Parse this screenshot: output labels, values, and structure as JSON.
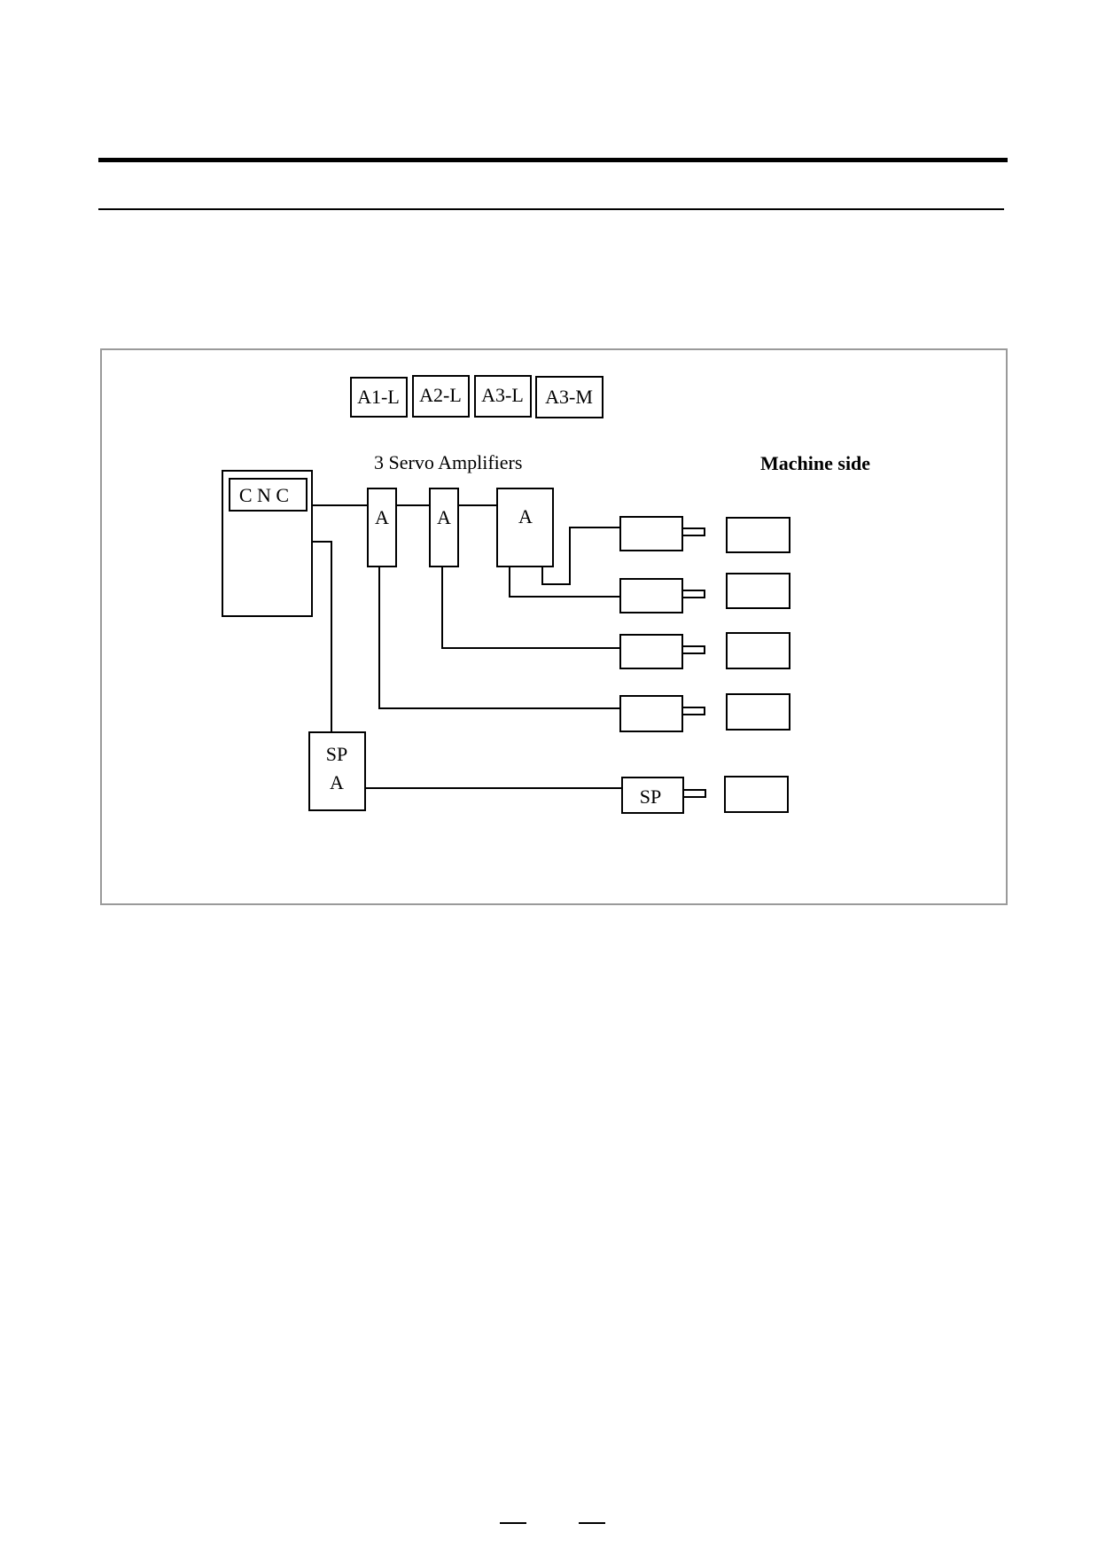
{
  "header": {
    "top_rule": "",
    "sub_rule": ""
  },
  "diagram": {
    "type_labels": [
      "A1-L",
      "A2-L",
      "A3-L",
      "A3-M"
    ],
    "amplifiers_title": "3 Servo Amplifiers",
    "machine_side_title": "Machine side",
    "cnc_label": "C N C",
    "amplifier_labels": [
      "A",
      "A",
      "A"
    ],
    "spindle_amp_label_line1": "SP",
    "spindle_amp_label_line2": "A",
    "spindle_motor_label": "SP"
  },
  "footer": {
    "page_marks": [
      "—",
      "—"
    ]
  }
}
